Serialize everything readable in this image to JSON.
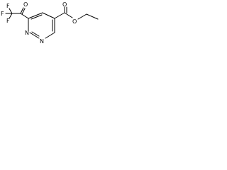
{
  "molecule": {
    "atom_labels": {
      "f_top": "F",
      "f_left": "F",
      "f_bottom": "F",
      "o_ketone": "O",
      "o_carbonyl": "O",
      "o_ester": "O",
      "n_left": "N",
      "n_bottom": "N"
    },
    "colors": {
      "bond": "#000000",
      "label": "#000000",
      "background": "#ffffff"
    }
  }
}
